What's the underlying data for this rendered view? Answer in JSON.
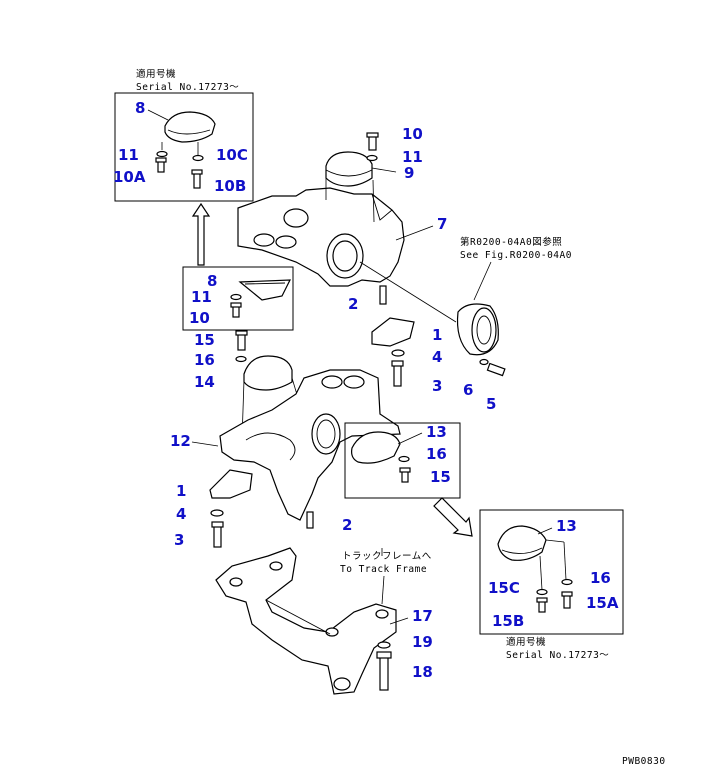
{
  "notes": {
    "top_applicable_jp": "適用号機",
    "top_serial": "Serial No.17273～",
    "see_fig_jp": "第R0200-04A0図参照",
    "see_fig_en": "See Fig.R0200-04A0",
    "track_frame_jp": "トラックフレームへ",
    "track_frame_en": "To Track Frame",
    "bottom_applicable_jp": "適用号機",
    "bottom_serial": "Serial No.17273～",
    "figure_code": "PWB0830"
  },
  "callouts": {
    "top_inset_8": "8",
    "top_inset_11": "11",
    "top_inset_10C": "10C",
    "top_inset_10A": "10A",
    "top_inset_10B": "10B",
    "upper_10": "10",
    "upper_11": "11",
    "upper_9": "9",
    "upper_7": "7",
    "mid_inset_8": "8",
    "mid_inset_11": "11",
    "mid_inset_10": "10",
    "upper_2": "2",
    "upper_1": "1",
    "upper_4": "4",
    "upper_3": "3",
    "upper_6": "6",
    "upper_5": "5",
    "lower_15": "15",
    "lower_16": "16",
    "lower_14": "14",
    "lower_12": "12",
    "lower_inset_13": "13",
    "lower_inset_16": "16",
    "lower_inset_15": "15",
    "lower_1": "1",
    "lower_4": "4",
    "lower_3": "3",
    "lower_2": "2",
    "bottom_17": "17",
    "bottom_19": "19",
    "bottom_18": "18",
    "right_inset_13": "13",
    "right_inset_15C": "15C",
    "right_inset_16": "16",
    "right_inset_15A": "15A",
    "right_inset_15B": "15B"
  }
}
